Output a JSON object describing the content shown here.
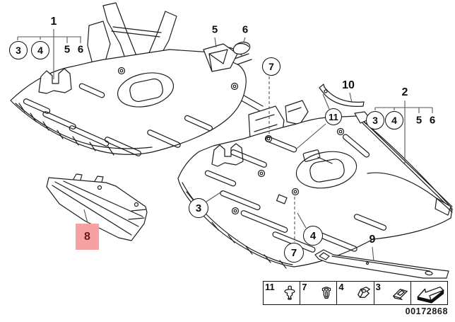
{
  "diagram": {
    "number": "00172868"
  },
  "colors": {
    "highlight_bg": "#f7a2a2",
    "highlight_text": "#6e1414",
    "line": "#1d1d1d"
  },
  "callouts": {
    "group1": {
      "parent": "1",
      "circle1": "3",
      "circle2": "4",
      "item3": "5",
      "item4": "6"
    },
    "group2": {
      "parent": "2",
      "circle1": "3",
      "circle2": "4",
      "item3": "5",
      "item4": "6"
    },
    "part5_label": "5",
    "part6_label": "6",
    "upper_circle7": "7",
    "part10_label": "10",
    "circle11": "11",
    "left_circle3": "3",
    "lower_circle4": "4",
    "lower_circle7": "7",
    "part8_label": "8",
    "part9_label": "9"
  },
  "legend": {
    "items": [
      {
        "number": "11",
        "icon": "expanding-rivet-icon"
      },
      {
        "number": "7",
        "icon": "expansion-nut-icon"
      },
      {
        "number": "4",
        "icon": "body-clip-icon"
      },
      {
        "number": "3",
        "icon": "speed-nut-icon"
      },
      {
        "number": "",
        "icon": "direction-arrow-icon"
      }
    ]
  }
}
